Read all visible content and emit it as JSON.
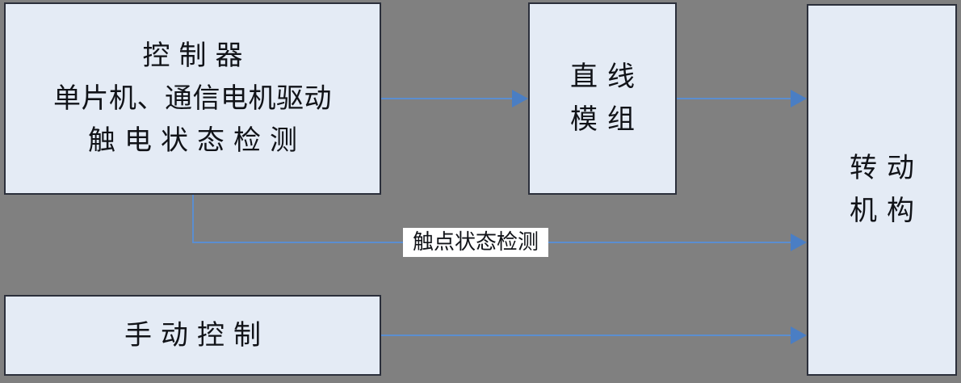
{
  "diagram": {
    "background_color": "#808080",
    "box_fill_color": "#e4ebf5",
    "box_border_color": "#2b2f3b",
    "connector_color": "#5b8ed0",
    "arrowhead_color": "#4a7ec4",
    "nodes": {
      "controller": {
        "lines": [
          "控制器",
          "单片机、通信电机驱动",
          "触电状态检测"
        ]
      },
      "linear_module": {
        "lines": [
          "直线",
          "模组"
        ]
      },
      "rotary_mechanism": {
        "lines": [
          "转动",
          "机构"
        ]
      },
      "manual_control": {
        "lines": [
          "手动控制"
        ]
      }
    },
    "edges": [
      {
        "from": "controller",
        "to": "linear_module",
        "label": ""
      },
      {
        "from": "linear_module",
        "to": "rotary_mechanism",
        "label": ""
      },
      {
        "from": "controller",
        "to": "rotary_mechanism",
        "label": "触点状态检测"
      },
      {
        "from": "manual_control",
        "to": "rotary_mechanism",
        "label": ""
      }
    ],
    "edge_label": "触点状态检测"
  }
}
